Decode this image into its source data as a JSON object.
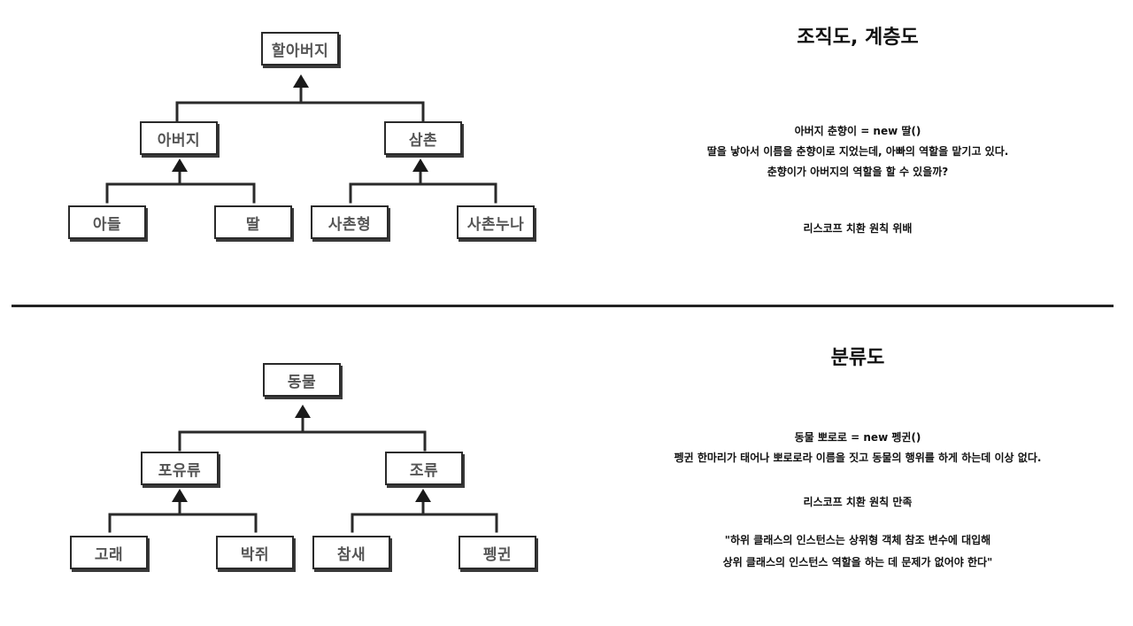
{
  "org": {
    "root": "할아버지",
    "left": "아버지",
    "right": "삼촌",
    "leaves": [
      "아들",
      "딸",
      "사촌형",
      "사촌누나"
    ],
    "title": "조직도, 계층도",
    "desc": [
      "아버지 춘향이 = new 딸()",
      "딸을 낳아서 이름을 춘향이로 지었는데, 아빠의 역할을 맡기고 있다.",
      "춘향이가 아버지의 역할을 할 수 있을까?"
    ],
    "verdict": "리스코프 치환 원칙 위배"
  },
  "taxonomy": {
    "root": "동물",
    "left": "포유류",
    "right": "조류",
    "leaves": [
      "고래",
      "박쥐",
      "참새",
      "펭귄"
    ],
    "title": "분류도",
    "desc": [
      "동물 뽀로로 = new 펭귄()",
      "펭귄 한마리가 태어나 뽀로로라 이름을 짓고 동물의 행위를 하게 하는데 이상 없다."
    ],
    "verdict": "리스코프 치환 원칙 만족",
    "quote": [
      "\"하위 클래스의 인스턴스는 상위형 객체 참조 변수에 대입해",
      "상위 클래스의 인스턴스 역할을 하는 데 문제가 없어야 한다\""
    ]
  }
}
